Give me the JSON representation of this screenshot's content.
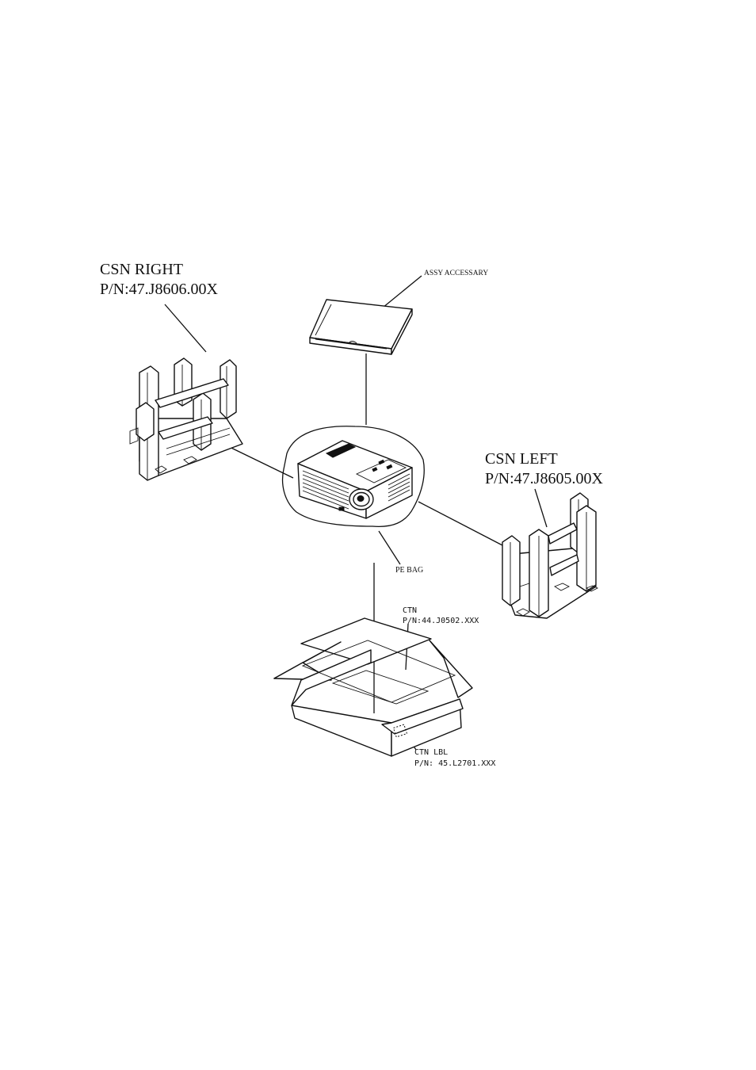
{
  "labels": {
    "csn_right_name": "CSN RIGHT",
    "csn_right_pn": "P/N:47.J8606.00X",
    "assy_accessary": "ASSY ACCESSARY",
    "csn_left_name": "CSN LEFT",
    "csn_left_pn": "P/N:47.J8605.00X",
    "pe_bag": "PE BAG",
    "ctn_name": "CTN",
    "ctn_pn": "P/N:44.J0502.XXX",
    "ctn_lbl_name": "CTN  LBL",
    "ctn_lbl_pn": "P/N: 45.L2701.XXX"
  },
  "icons": {
    "projector": "projector-icon",
    "accessory_box": "accessory-box-icon",
    "cushion": "foam-cushion-icon",
    "carton": "open-carton-icon",
    "label": "carton-label-icon"
  },
  "colors": {
    "line": "#111111",
    "background": "#ffffff"
  }
}
